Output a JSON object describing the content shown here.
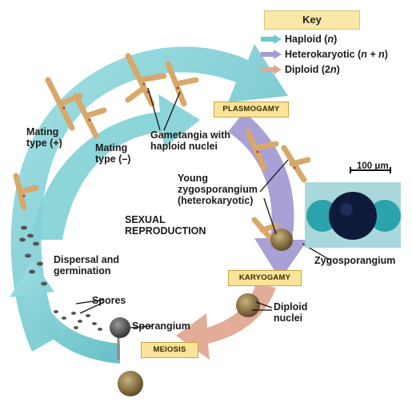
{
  "key": {
    "title": "Key",
    "haploid": {
      "label": "Haploid (",
      "sym": "n",
      "close": ")",
      "color": "#6ec9cf"
    },
    "heterokaryotic": {
      "label": "Heterokaryotic (",
      "sym": "n + n",
      "close": ")",
      "color": "#a49bd3"
    },
    "diploid": {
      "label": "Diploid (2",
      "sym": "n",
      "close": ")",
      "color": "#e0a894"
    }
  },
  "stages": {
    "plasmogamy": "PLASMOGAMY",
    "karyogamy": "KARYOGAMY",
    "meiosis": "MEIOSIS"
  },
  "labels": {
    "mating_plus": "Mating\ntype (+)",
    "mating_minus": "Mating\ntype (–)",
    "gametangia": "Gametangia with\nhaploid nuclei",
    "young_zygo": "Young\nzygosporangium\n(heterokaryotic)",
    "sexual": "SEXUAL\nREPRODUCTION",
    "dispersal": "Dispersal and\ngermination",
    "spores": "Spores",
    "sporangium": "Sporangium",
    "diploid_nuclei": "Diploid\nnuclei",
    "zygosporangium": "Zygosporangium",
    "scale": "100 μm"
  }
}
